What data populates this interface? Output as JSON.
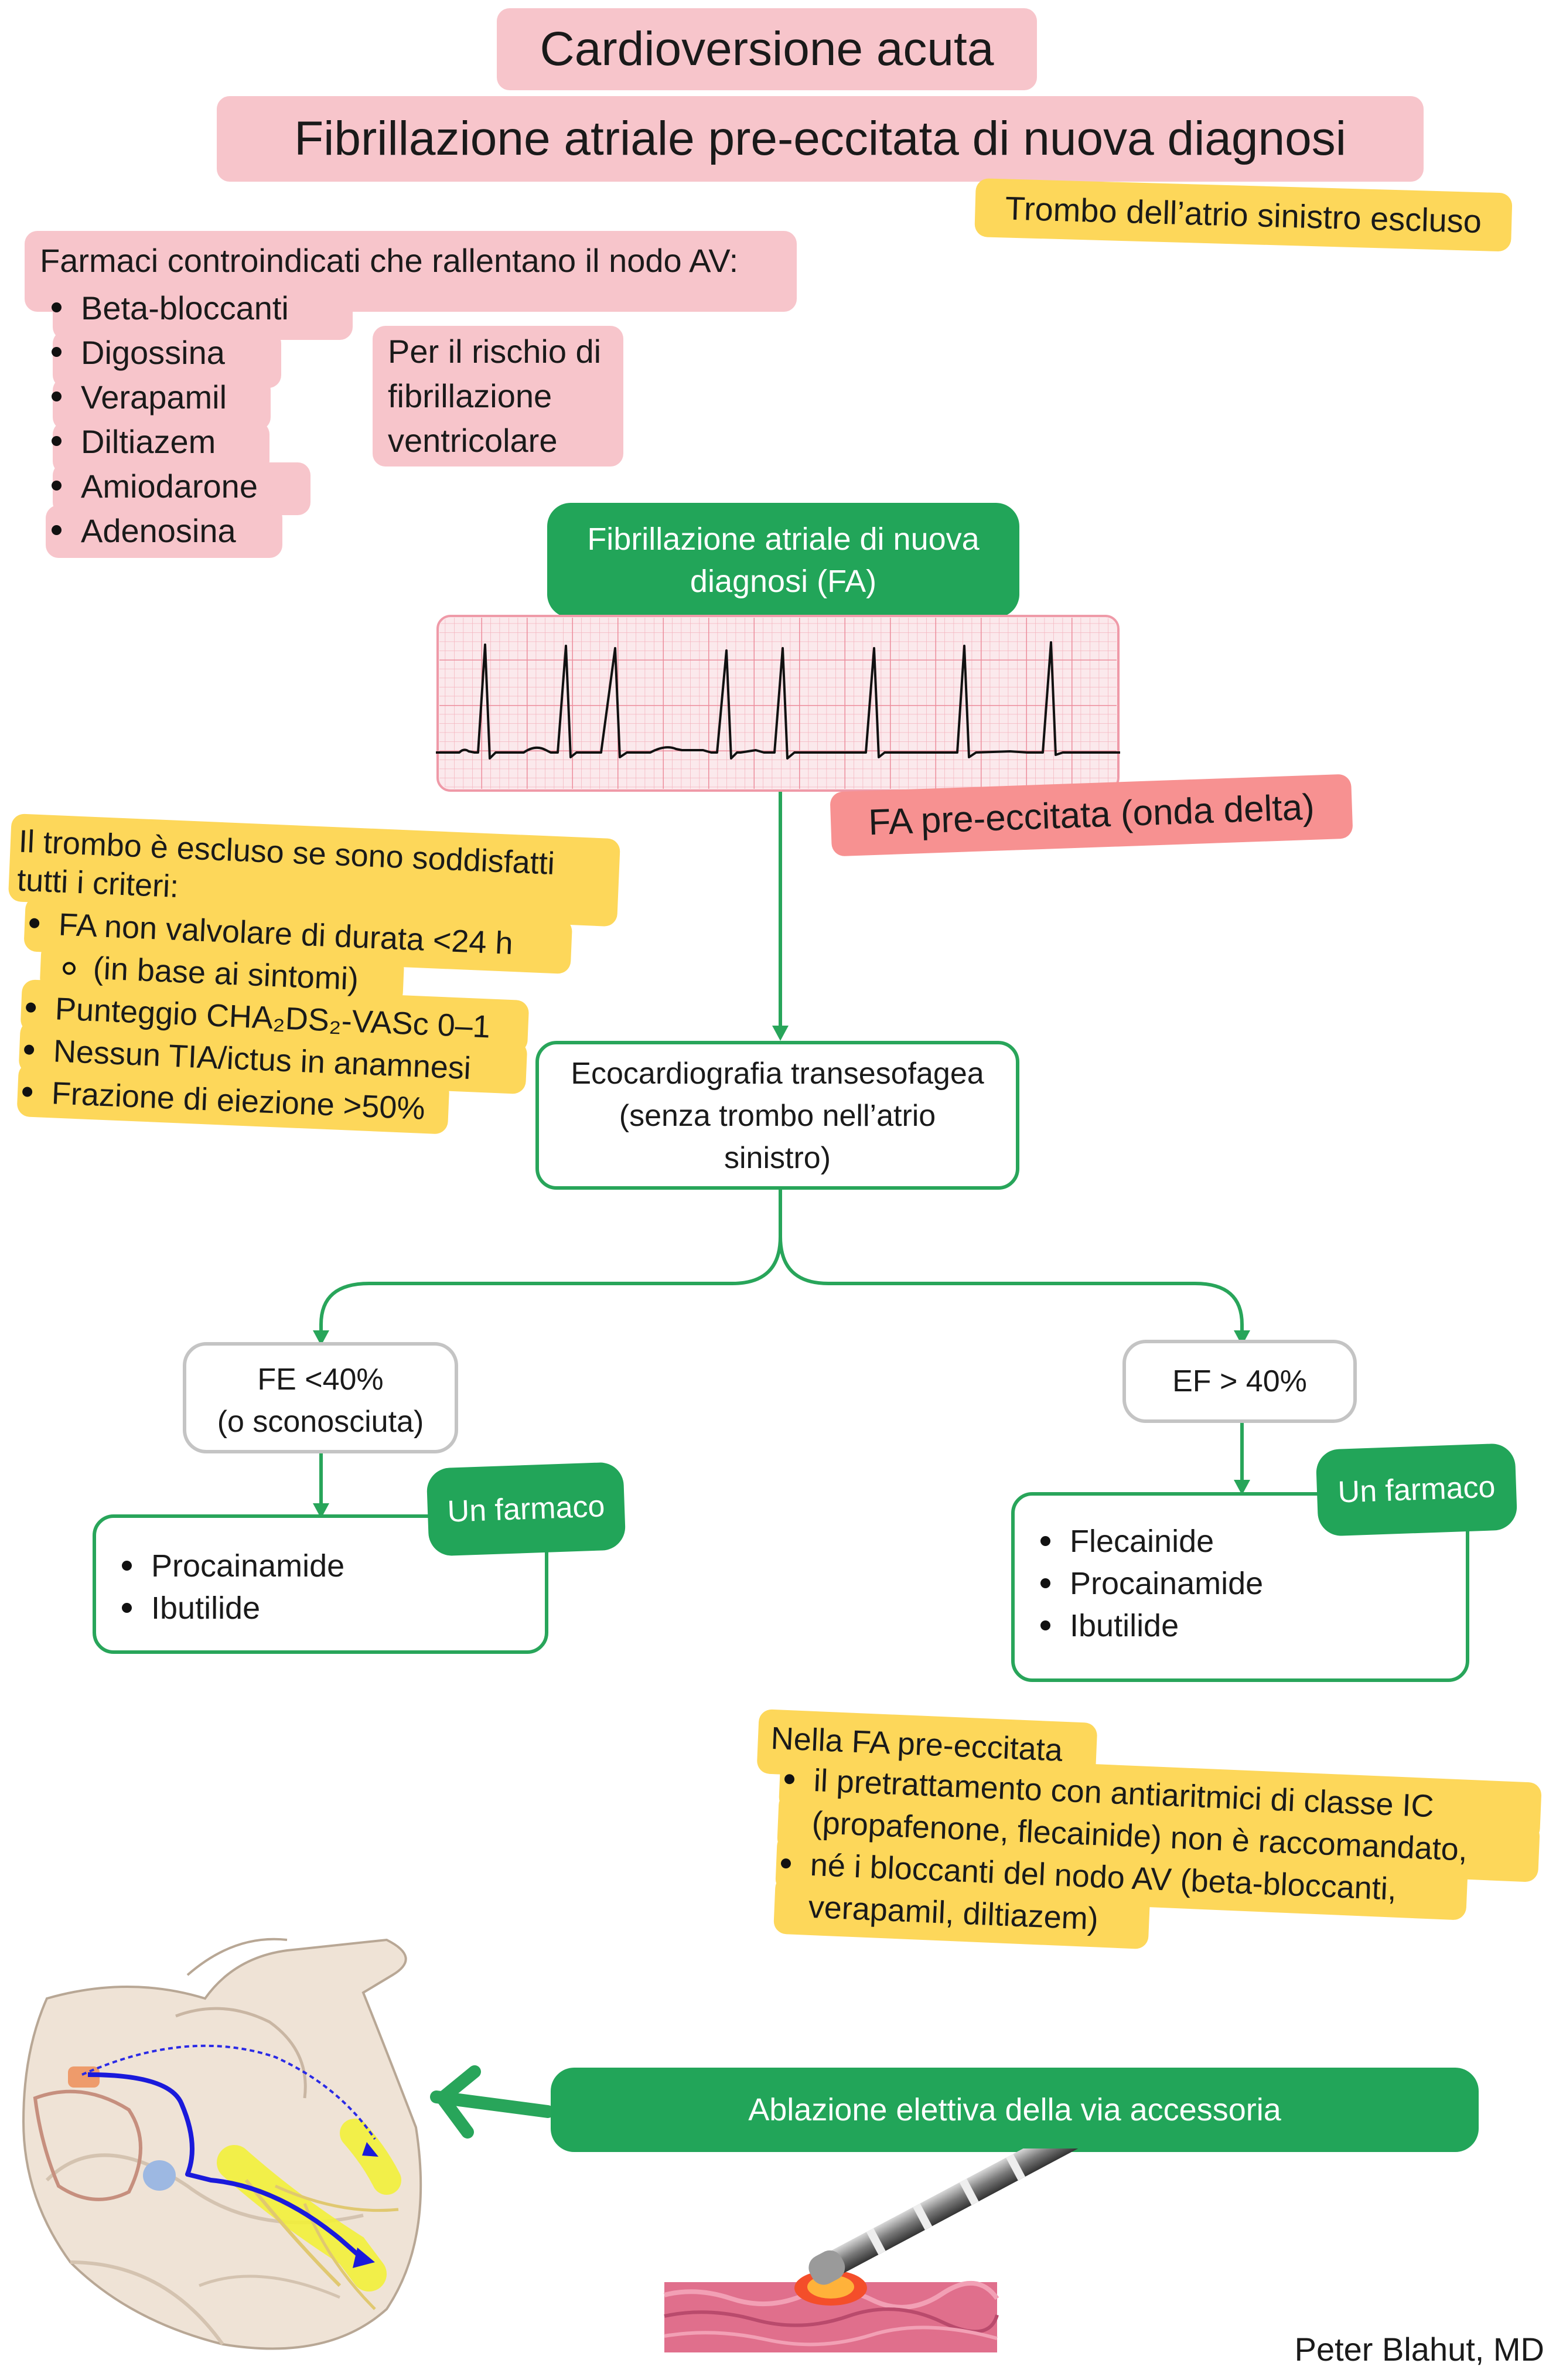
{
  "title": {
    "line1": "Cardioversione acuta",
    "line2": "Fibrillazione atriale pre-eccitata di nuova diagnosi",
    "tag": "Trombo dell’atrio sinistro escluso"
  },
  "contraindicated": {
    "heading": "Farmaci controindicati che rallentano il nodo AV:",
    "drugs": [
      "Beta-bloccanti",
      "Digossina",
      "Verapamil",
      "Diltiazem",
      "Amiodarone",
      "Adenosina"
    ],
    "reason_lines": [
      "Per il rischio di",
      "fibrillazione",
      "ventricolare"
    ]
  },
  "af_box": {
    "line1": "Fibrillazione atriale di nuova",
    "line2": "diagnosi (FA)"
  },
  "preexcited_label": "FA pre-eccitata (onda delta)",
  "thrombus_criteria": {
    "heading_line1": "Il trombo è escluso se sono soddisfatti",
    "heading_line2": "tutti i criteri:",
    "items": [
      {
        "text": "FA non valvolare di durata <24 h",
        "sub": false
      },
      {
        "text": "(in base ai sintomi)",
        "sub": true
      },
      {
        "text": "Punteggio CHA₂DS₂-VASc 0–1",
        "sub": false
      },
      {
        "text": "Nessun TIA/ictus in anamnesi",
        "sub": false
      },
      {
        "text": "Frazione di eiezione >50%",
        "sub": false
      }
    ]
  },
  "tee_box": {
    "line1": "Ecocardiografia transesofagea",
    "line2": "(senza trombo nell’atrio",
    "line3": "sinistro)"
  },
  "left_branch": {
    "cond_line1": "FE <40%",
    "cond_line2": "(o sconosciuta)",
    "tag": "Un farmaco",
    "drugs": [
      "Procainamide",
      "Ibutilide"
    ]
  },
  "right_branch": {
    "cond": "EF > 40%",
    "tag": "Un farmaco",
    "drugs": [
      "Flecainide",
      "Procainamide",
      "Ibutilide"
    ]
  },
  "preexcited_note": {
    "heading": "Nella FA pre-eccitata",
    "item1_line1": "il pretrattamento con antiaritmici di classe IC",
    "item1_line2": "(propafenone, flecainide) non è raccomandato,",
    "item2_line1": "né i bloccanti del nodo AV (beta-bloccanti,",
    "item2_line2": "verapamil, diltiazem)"
  },
  "ablation": "Ablazione elettiva della via accessoria",
  "author": "Peter Blahut, MD",
  "colors": {
    "green": "#22a559",
    "pink": "#f7c5cb",
    "salmon": "#f79191",
    "yellow": "#fdd75a"
  }
}
